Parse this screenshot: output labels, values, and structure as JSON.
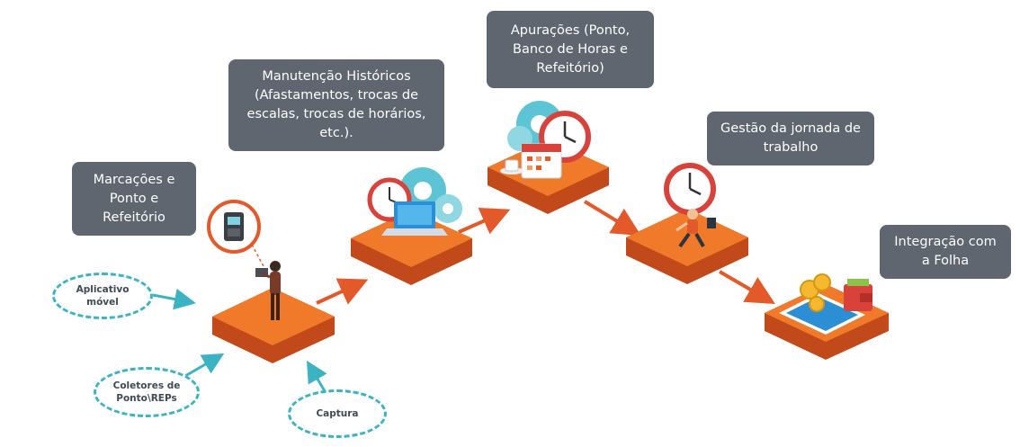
{
  "stages": [
    {
      "id": "marcacoes",
      "lines": [
        "Marcações e",
        "Ponto e",
        "Refeitório"
      ]
    },
    {
      "id": "manutencao",
      "lines": [
        "Manutenção Históricos",
        "(Afastamentos, trocas de",
        "escalas, trocas de horários,",
        "etc.)."
      ]
    },
    {
      "id": "apuracoes",
      "lines": [
        "Apurações (Ponto,",
        "Banco de Horas e",
        "Refeitório)"
      ]
    },
    {
      "id": "gestao",
      "lines": [
        "Gestão da jornada de",
        "trabalho"
      ]
    },
    {
      "id": "integracao",
      "lines": [
        "Integração com",
        "a Folha"
      ]
    }
  ],
  "inputs": [
    {
      "id": "aplicativo",
      "lines": [
        "Aplicativo",
        "móvel"
      ]
    },
    {
      "id": "coletores",
      "lines": [
        "Coletores de",
        "Ponto\\REPs"
      ]
    },
    {
      "id": "captura",
      "lines": [
        "Captura"
      ]
    }
  ],
  "colors": {
    "label_bg": "#5f666f",
    "platform_top": "#f07a2a",
    "platform_side": "#c24a1a",
    "arrow": "#e4592a",
    "input_arrow": "#3bb3c3",
    "clock": "#d9423a",
    "gear": "#5cc4d4",
    "screen": "#2c8fd6"
  },
  "icons": [
    "card-reader-icon",
    "person-icon",
    "gear-icon",
    "clock-icon",
    "laptop-icon",
    "calendar-icon",
    "coffee-cup-icon",
    "running-person-icon",
    "tablet-icon",
    "coin-icon",
    "wallet-icon"
  ]
}
